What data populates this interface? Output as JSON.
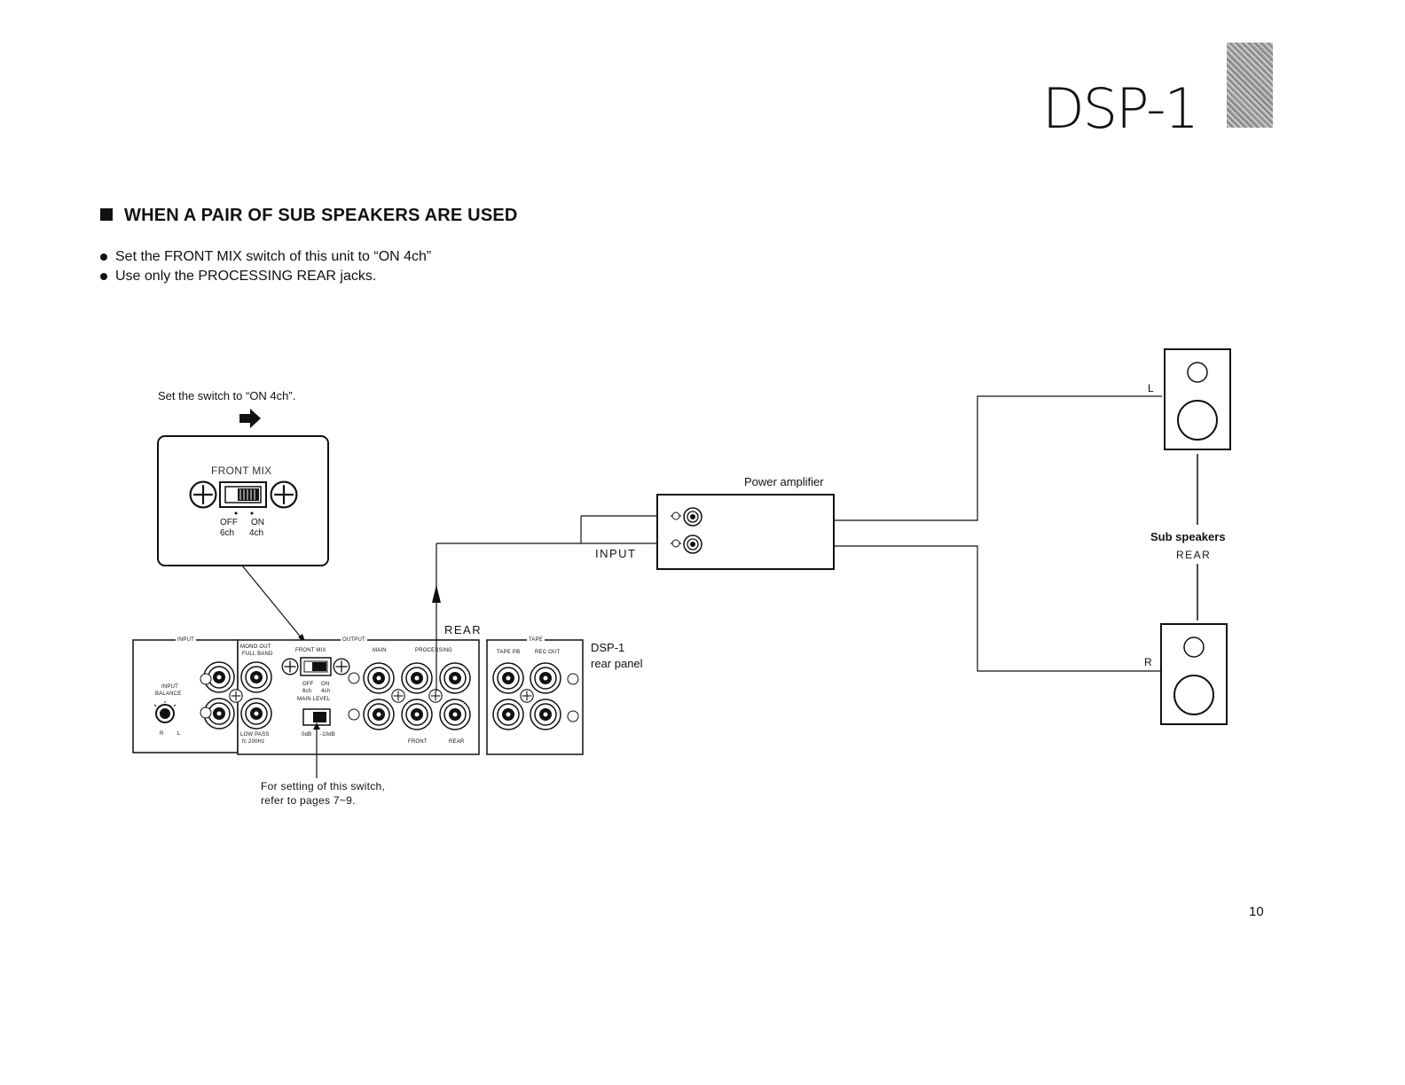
{
  "header": {
    "logo_text": "DSP-1"
  },
  "section": {
    "heading": "WHEN A PAIR OF SUB SPEAKERS ARE USED",
    "bullets": [
      "Set the FRONT MIX switch of this unit to “ON 4ch”",
      "Use only the PROCESSING REAR jacks."
    ]
  },
  "diagram": {
    "switch_callout": "Set the switch to “ON 4ch”.",
    "inset": {
      "title": "FRONT MIX",
      "off": "OFF",
      "on": "ON",
      "off_sub": "6ch",
      "on_sub": "4ch"
    },
    "power_amplifier": "Power amplifier",
    "input_label": "INPUT",
    "rear_label": "REAR",
    "sub_speakers": "Sub speakers",
    "sub_speakers_rear": "REAR",
    "speaker_l": "L",
    "speaker_r": "R",
    "panel_caption_1": "DSP-1",
    "panel_caption_2": "rear panel",
    "note_1": "For setting of this switch,",
    "note_2": "refer to pages 7~9.",
    "panel": {
      "input": "INPUT",
      "output": "OUTPUT",
      "tape": "TAPE",
      "mono_out": "MONO OUT",
      "full_band": "FULL BAND",
      "front_mix": "FRONT MIX",
      "main": "MAIN",
      "processing": "PROCESSING",
      "tape_pb": "TAPE PB",
      "rec_out": "REC OUT",
      "input_balance_1": "INPUT",
      "input_balance_2": "BALANCE",
      "bal_r": "R",
      "bal_l": "L",
      "low_pass": "LOW PASS",
      "fc": "fc 200Hz",
      "off": "OFF",
      "on": "ON",
      "off_sub": "6ch",
      "on_sub": "4ch",
      "main_level": "MAIN LEVEL",
      "db_0": "0dB",
      "db_10": "-10dB",
      "front": "FRONT",
      "rear": "REAR"
    }
  },
  "footer": {
    "page_number": "10"
  }
}
